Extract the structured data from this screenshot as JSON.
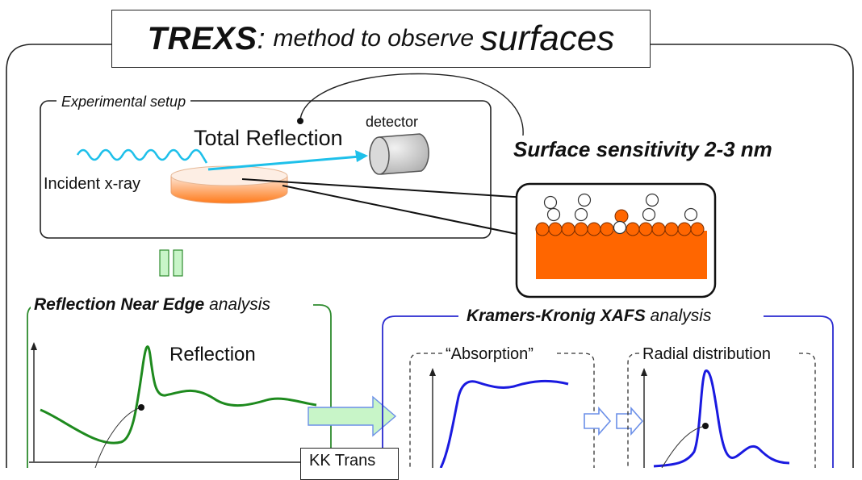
{
  "title": {
    "main": "TREXS",
    "colon": ":",
    "middle": "method to observe",
    "end": "surfaces"
  },
  "setup": {
    "label": "Experimental setup",
    "total_reflection": "Total Reflection",
    "detector": "detector",
    "incident": "Incident x-ray"
  },
  "surface_sensitivity": "Surface sensitivity 2-3 nm",
  "rne": {
    "bold": "Reflection Near Edge",
    "rest": " analysis",
    "plot_label": "Reflection"
  },
  "kk": {
    "bold": "Kramers-Kronig XAFS",
    "rest": " analysis",
    "absorption_label": "“Absorption”",
    "radial_label": "Radial distribution",
    "trans_box": "KK Trans"
  },
  "colors": {
    "substrate": "#ff6600",
    "xray": "#1ec0ea",
    "rne_border": "#2e8b2e",
    "rne_curve": "#1e8a1e",
    "kk_border": "#2a2ad0",
    "kk_curve": "#1a1ae0",
    "arrow_fill": "#c8f5c8",
    "hollow_arrow": "#6b8fe8"
  }
}
